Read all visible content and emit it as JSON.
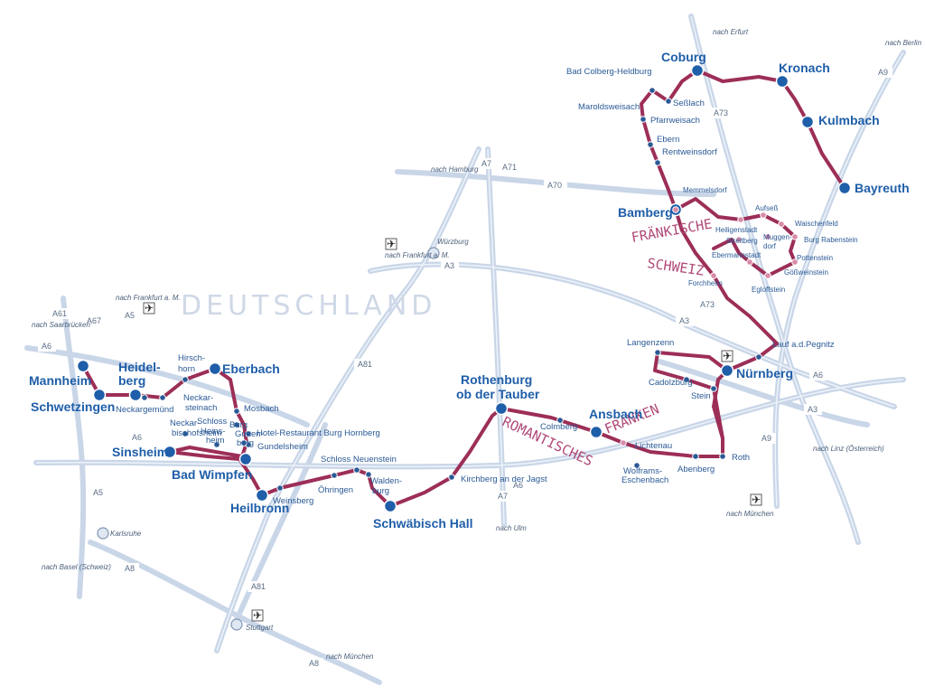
{
  "map": {
    "country_label": "DEUTSCHLAND",
    "colors": {
      "road": "#c9d6e8",
      "road_edge": "#b3c3d9",
      "route": "#9c2e57",
      "route_side": "#d98aa8",
      "city": "#1f5ea8",
      "town": "#2a5a96",
      "label": "#1f5ea8",
      "water": "#c6d4e7"
    },
    "region_labels": [
      "FRÄNKISCHE",
      "SCHWEIZ",
      "ROMANTISCHES",
      "FRANKEN"
    ],
    "road_labels": [
      "A7",
      "A71",
      "A70",
      "A73",
      "A73",
      "A9",
      "A3",
      "A3",
      "A3",
      "A6",
      "A6",
      "A6",
      "A9",
      "A7",
      "A61",
      "A67",
      "A5",
      "A6",
      "A81",
      "A5",
      "A8",
      "A81",
      "A8"
    ],
    "directions": [
      "nach Erfurt",
      "nach Berlin",
      "nach Hamburg",
      "nach Frankfurt a. M.",
      "nach Frankfurt a. M.",
      "nach Saarbrücken",
      "nach Linz (Österreich)",
      "nach München",
      "nach Ulm",
      "nach Basel (Schweiz)",
      "nach München"
    ],
    "reference_cities": [
      "Würzburg",
      "Karlsruhe",
      "Stuttgart"
    ],
    "airport_icons": [
      "airport-icon",
      "airport-icon",
      "airport-icon",
      "airport-icon",
      "airport-icon"
    ],
    "main_cities": [
      "Coburg",
      "Kronach",
      "Kulmbach",
      "Bayreuth",
      "Bamberg",
      "Nürnberg",
      "Ansbach",
      "Rothenburg",
      "ob der Tauber",
      "Schwäbisch Hall",
      "Heilbronn",
      "Bad Wimpfen",
      "Sinsheim",
      "Eberbach",
      "Heidel-",
      "berg",
      "Mannheim",
      "Schwetzingen"
    ],
    "stops": [
      "Bad Colberg-Heldburg",
      "Seßlach",
      "Maroldsweisach",
      "Pfarrweisach",
      "Ebern",
      "Rentweinsdorf",
      "Memmelsdorf",
      "Aufseß",
      "Waischenfeld",
      "Heiligenstadt",
      "Streitberg",
      "Muggen-",
      "dorf",
      "Burg Rabenstein",
      "Ebermannstadt",
      "Pottenstein",
      "Gößweinstein",
      "Forchheim",
      "Egloffstein",
      "Lauf a.d.Pegnitz",
      "Langenzenn",
      "Cadolzburg",
      "Stein",
      "Roth",
      "Abenberg",
      "Lichtenau",
      "Wolframs-",
      "Eschenbach",
      "Colmberg",
      "Kirchberg an der Jagst",
      "Walden-",
      "burg",
      "Schloss Neuenstein",
      "Öhringen",
      "Weinsberg",
      "Hotel-Restaurant Burg Hornberg",
      "Mosbach",
      "Gundelsheim",
      "Burg",
      "Gutten-",
      "berg",
      "Neckar-",
      "bischofsheim",
      "Schloss",
      "Heins-",
      "heim",
      "Hirsch-",
      "horn",
      "Neckar-",
      "steinach",
      "Neckargemünd"
    ]
  }
}
